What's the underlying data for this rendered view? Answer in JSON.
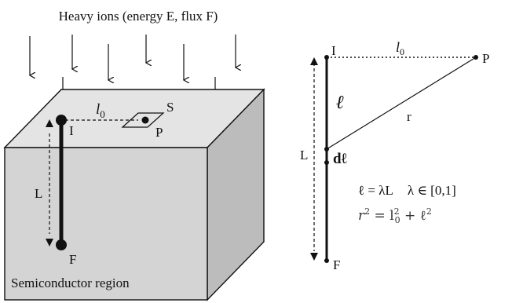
{
  "header": {
    "title": "Heavy ions (energy E, flux F)"
  },
  "left": {
    "l0_label": "l",
    "l0_sub": "0",
    "s_label": "S",
    "p_label": "P",
    "i_label": "I",
    "f_label": "F",
    "length_label": "L",
    "region_label": "Semiconductor region"
  },
  "right": {
    "i_label": "I",
    "p_label": "P",
    "l0_label": "l",
    "l0_sub": "0",
    "ell_label": "ℓ",
    "r_label": "r",
    "length_label": "L",
    "dl_label": "dℓ",
    "f_label": "F",
    "eq1_lhs": "ℓ = λL",
    "eq1_rhs": "λ ∈ [0,1]",
    "eq2_r": "r",
    "eq2_sup": "2",
    "eq2_eq": " = l",
    "eq2_sub0": "0",
    "eq2_sup2": "2",
    "eq2_plus": " + ℓ",
    "eq2_sup3": "2"
  },
  "colors": {
    "cube_front": "#d4d4d4",
    "cube_top": "#e4e4e4",
    "cube_side": "#bcbcbc",
    "stroke": "#111111"
  }
}
